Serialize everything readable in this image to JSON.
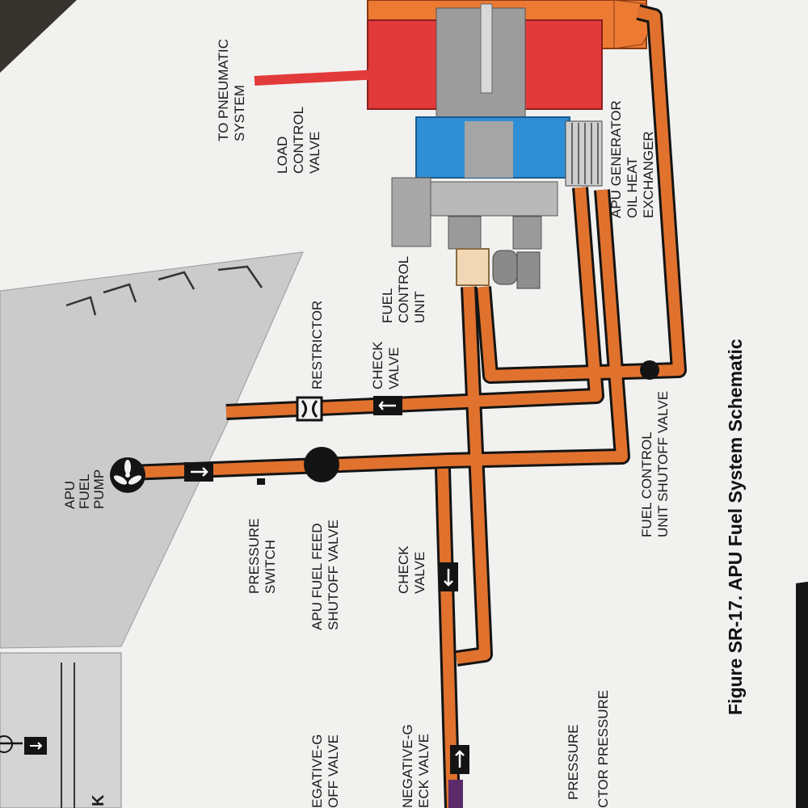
{
  "figure": {
    "caption": "Figure SR-17.   APU Fuel System Schematic"
  },
  "labels": {
    "to_pneumatic": [
      "TO PNEUMATIC",
      "SYSTEM"
    ],
    "load_control_valve": [
      "LOAD",
      "CONTROL",
      "VALVE"
    ],
    "apu_generator_heat_exchanger": [
      "APU GENERATOR",
      "OIL HEAT",
      "EXCHANGER"
    ],
    "fuel_control_unit": [
      "FUEL",
      "CONTROL",
      "UNIT"
    ],
    "restrictor": [
      "RESTRICTOR"
    ],
    "check_valve_upper": [
      "CHECK",
      "VALVE"
    ],
    "fcu_shutoff_valve": [
      "FUEL CONTROL",
      "UNIT SHUTOFF VALVE"
    ],
    "apu_fuel_pump": [
      "APU",
      "FUEL",
      "PUMP"
    ],
    "pressure_switch": [
      "PRESSURE",
      "SWITCH"
    ],
    "apu_fuel_feed_shutoff": [
      "APU FUEL FEED",
      "SHUTOFF VALVE"
    ],
    "check_valve_lower": [
      "CHECK",
      "VALVE"
    ],
    "negative_g_shutoff": [
      "EGATIVE-G",
      "OFF VALVE"
    ],
    "negative_g_check": [
      "NEGATIVE-G",
      "ECK VALVE"
    ],
    "legend_pressure": [
      "PRESSURE"
    ],
    "legend_ctor_pressure": [
      "CTOR PRESSURE"
    ],
    "tank_letter": [
      "K"
    ]
  },
  "colors": {
    "fuel_line": "#e1722e",
    "fuel_line_edge": "#141414",
    "compressor_red": "#e23a3a",
    "intake_blue": "#2f8fd6",
    "casing_orange": "#ec7a33",
    "fcu_fill": "#f1d7b4",
    "tank_gray": "#c9c9c9",
    "paper": "#f2f2f0",
    "purple": "#5b2a6b"
  }
}
